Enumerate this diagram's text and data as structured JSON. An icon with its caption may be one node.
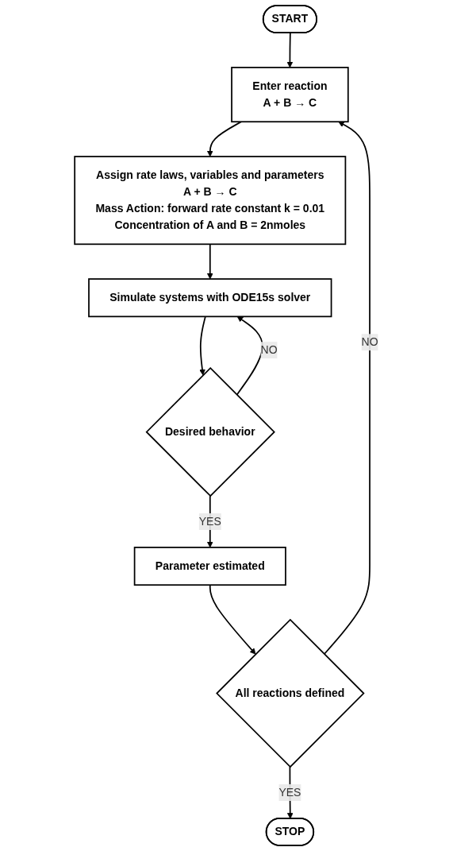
{
  "diagram": {
    "nodes": [
      {
        "text": [
          "START"
        ]
      },
      {
        "text": [
          "Enter reaction",
          "A + B → C"
        ]
      },
      {
        "text": [
          "Assign rate laws, variables and parameters",
          "A + B → C",
          "Mass Action: forward rate constant k = 0.01",
          "Concentration of A and B = 2nmoles"
        ]
      },
      {
        "text": [
          "Simulate systems with ODE15s solver"
        ]
      },
      {
        "text": [
          "Desired behavior"
        ]
      },
      {
        "text": [
          "Parameter estimated"
        ]
      },
      {
        "text": [
          "All reactions defined"
        ]
      },
      {
        "text": [
          "STOP"
        ]
      }
    ],
    "edges": [
      {
        "from": 0,
        "to": 1,
        "arrow": "to"
      },
      {
        "from": 1,
        "to": 2,
        "arrow": "to"
      },
      {
        "from": 2,
        "to": 3,
        "arrow": "to"
      },
      {
        "from": 3,
        "to": 4,
        "arrow": "to"
      },
      {
        "from": 4,
        "to": 3,
        "arrow": "to",
        "label": "NO"
      },
      {
        "from": 4,
        "to": 5,
        "arrow": "to",
        "label": "YES"
      },
      {
        "from": 5,
        "to": 6,
        "arrow": "to"
      },
      {
        "from": 6,
        "to": 1,
        "arrow": "to",
        "label": "NO"
      },
      {
        "from": 6,
        "to": 7,
        "arrow": "to",
        "label": "YES"
      }
    ]
  }
}
